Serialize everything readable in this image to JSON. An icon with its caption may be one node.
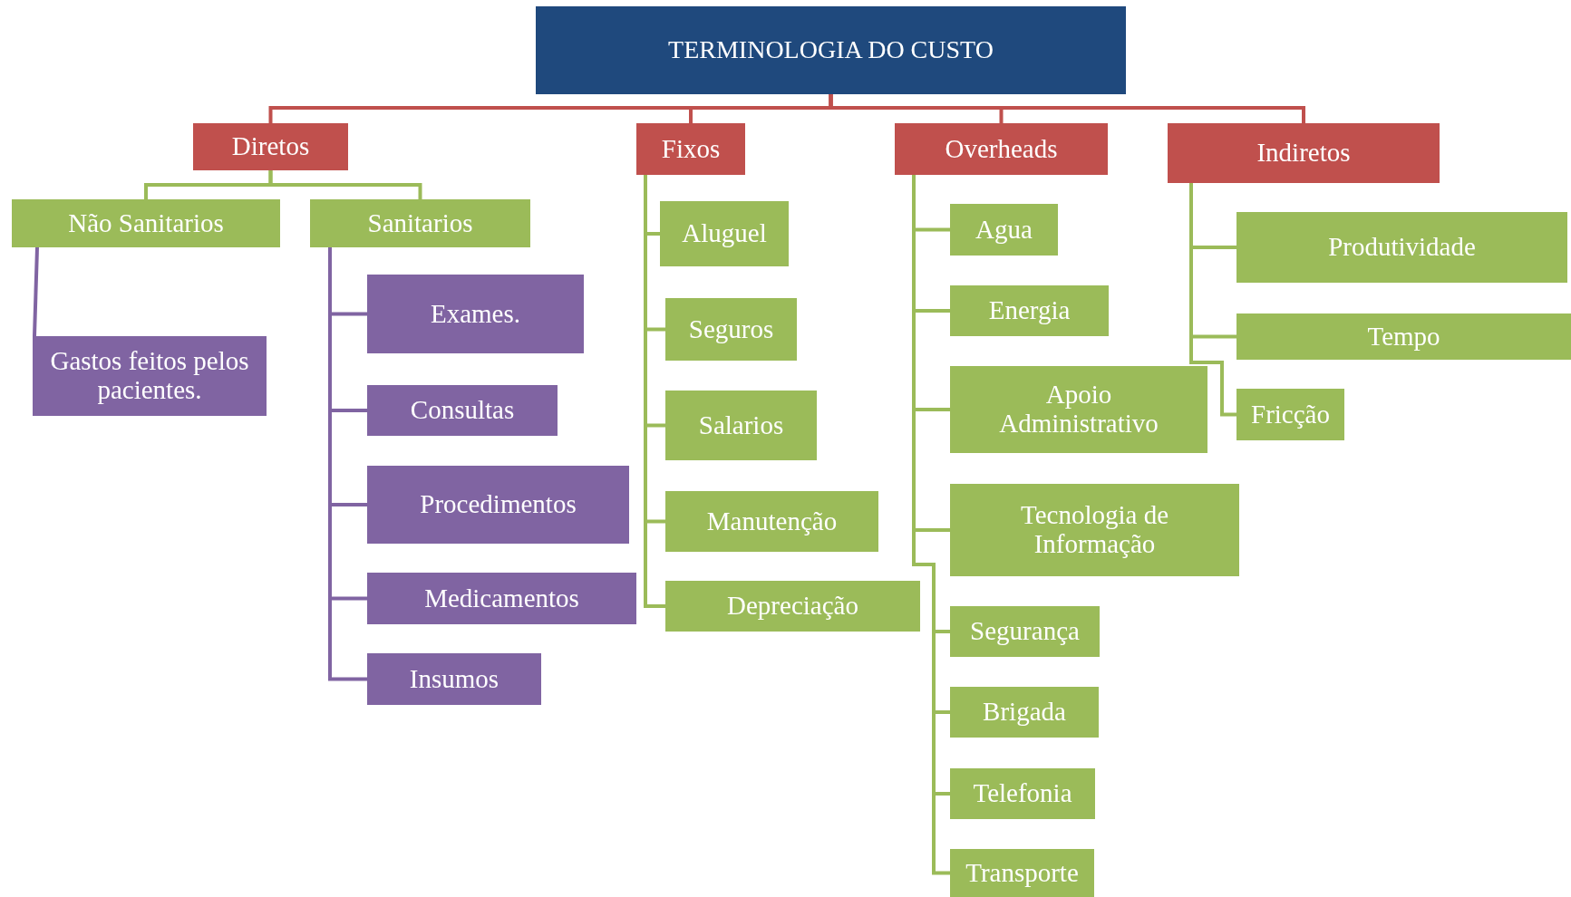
{
  "diagram": {
    "nodes": [
      {
        "text": [
          "TERMINOLOGIA DO CUSTO"
        ]
      },
      {
        "text": [
          "Diretos"
        ]
      },
      {
        "text": [
          "Fixos"
        ]
      },
      {
        "text": [
          "Overheads"
        ]
      },
      {
        "text": [
          "Indiretos"
        ]
      },
      {
        "text": [
          "Não Sanitarios"
        ]
      },
      {
        "text": [
          "Sanitarios"
        ]
      },
      {
        "text": [
          "Gastos feitos pelos pacientes."
        ]
      },
      {
        "text": [
          "Exames."
        ]
      },
      {
        "text": [
          "Consultas"
        ]
      },
      {
        "text": [
          "Procedimentos"
        ]
      },
      {
        "text": [
          "Medicamentos"
        ]
      },
      {
        "text": [
          "Insumos"
        ]
      },
      {
        "text": [
          "Aluguel"
        ]
      },
      {
        "text": [
          "Seguros"
        ]
      },
      {
        "text": [
          "Salarios"
        ]
      },
      {
        "text": [
          "Manutenção"
        ]
      },
      {
        "text": [
          "Depreciação"
        ]
      },
      {
        "text": [
          "Agua"
        ]
      },
      {
        "text": [
          "Energia"
        ]
      },
      {
        "text": [
          "Apoio Administrativo"
        ]
      },
      {
        "text": [
          "Fricção"
        ]
      },
      {
        "text": [
          "Tecnologia de Informação"
        ]
      },
      {
        "text": [
          "Segurança"
        ]
      },
      {
        "text": [
          "Brigada"
        ]
      },
      {
        "text": [
          "Telefonia"
        ]
      },
      {
        "text": [
          "Transporte"
        ]
      },
      {
        "text": [
          "Produtividade"
        ]
      },
      {
        "text": [
          "Tempo"
        ]
      }
    ],
    "edges": [
      {
        "from": 0,
        "to": 1,
        "arrow": "none",
        "color": "#c0504d"
      },
      {
        "from": 0,
        "to": 2,
        "arrow": "none",
        "color": "#c0504d"
      },
      {
        "from": 0,
        "to": 3,
        "arrow": "none",
        "color": "#c0504d"
      },
      {
        "from": 0,
        "to": 4,
        "arrow": "none",
        "color": "#c0504d"
      },
      {
        "from": 1,
        "to": 5,
        "arrow": "none"
      },
      {
        "from": 1,
        "to": 6,
        "arrow": "none"
      },
      {
        "from": 5,
        "to": 7,
        "arrow": "none",
        "color": "#8064a2"
      },
      {
        "from": 6,
        "to": 8,
        "arrow": "none",
        "color": "#8064a2"
      },
      {
        "from": 6,
        "to": 9,
        "arrow": "none",
        "color": "#8064a2"
      },
      {
        "from": 6,
        "to": 10,
        "arrow": "none",
        "color": "#8064a2"
      },
      {
        "from": 6,
        "to": 11,
        "arrow": "none",
        "color": "#8064a2"
      },
      {
        "from": 6,
        "to": 12,
        "arrow": "none",
        "color": "#8064a2"
      },
      {
        "from": 2,
        "to": 13,
        "arrow": "none"
      },
      {
        "from": 2,
        "to": 14,
        "arrow": "none"
      },
      {
        "from": 2,
        "to": 15,
        "arrow": "none"
      },
      {
        "from": 2,
        "to": 16,
        "arrow": "none"
      },
      {
        "from": 2,
        "to": 17,
        "arrow": "none"
      },
      {
        "from": 3,
        "to": 18,
        "arrow": "none"
      },
      {
        "from": 3,
        "to": 19,
        "arrow": "none"
      },
      {
        "from": 3,
        "to": 20,
        "arrow": "none"
      },
      {
        "from": 3,
        "to": 22,
        "arrow": "none"
      },
      {
        "from": 3,
        "to": 23,
        "arrow": "none"
      },
      {
        "from": 3,
        "to": 24,
        "arrow": "none"
      },
      {
        "from": 3,
        "to": 25,
        "arrow": "none"
      },
      {
        "from": 3,
        "to": 26,
        "arrow": "none"
      },
      {
        "from": 4,
        "to": 27,
        "arrow": "none"
      },
      {
        "from": 4,
        "to": 28,
        "arrow": "none"
      },
      {
        "from": 4,
        "to": 21,
        "arrow": "none"
      }
    ]
  }
}
